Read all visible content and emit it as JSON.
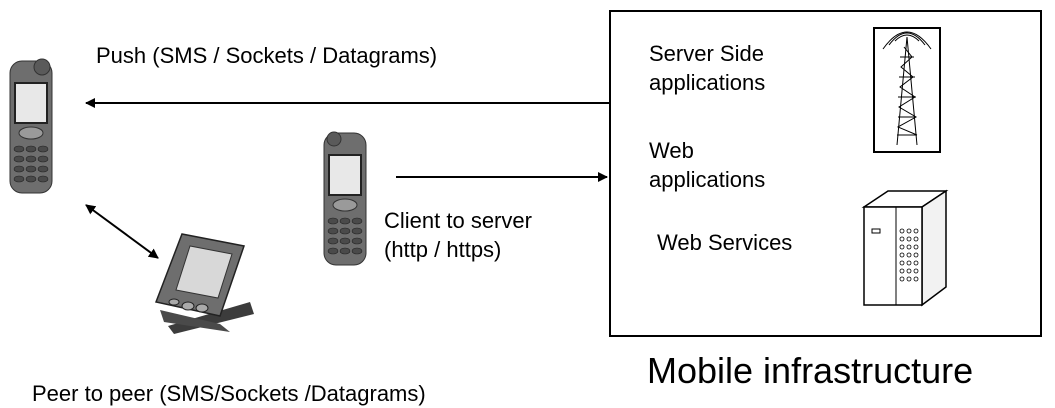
{
  "labels": {
    "push": "Push (SMS / Sockets / Datagrams)",
    "client_server_line1": "Client to server",
    "client_server_line2": "(http / https)",
    "peer_to_peer": "Peer to peer (SMS/Sockets /Datagrams)",
    "mobile_infrastructure": "Mobile infrastructure"
  },
  "infrastructure": {
    "server_side_line1": "Server Side",
    "server_side_line2": "applications",
    "web_apps_line1": "Web",
    "web_apps_line2": "applications",
    "web_services": "Web Services"
  },
  "icons": {
    "phone": "mobile-phone-icon",
    "pda": "pda-icon",
    "tower": "antenna-tower-icon",
    "server": "server-computer-icon"
  },
  "colors": {
    "stroke": "#000000",
    "device_body": "#6e6e6e",
    "device_dark": "#3c3c3c",
    "screen": "#e8e8e8"
  }
}
